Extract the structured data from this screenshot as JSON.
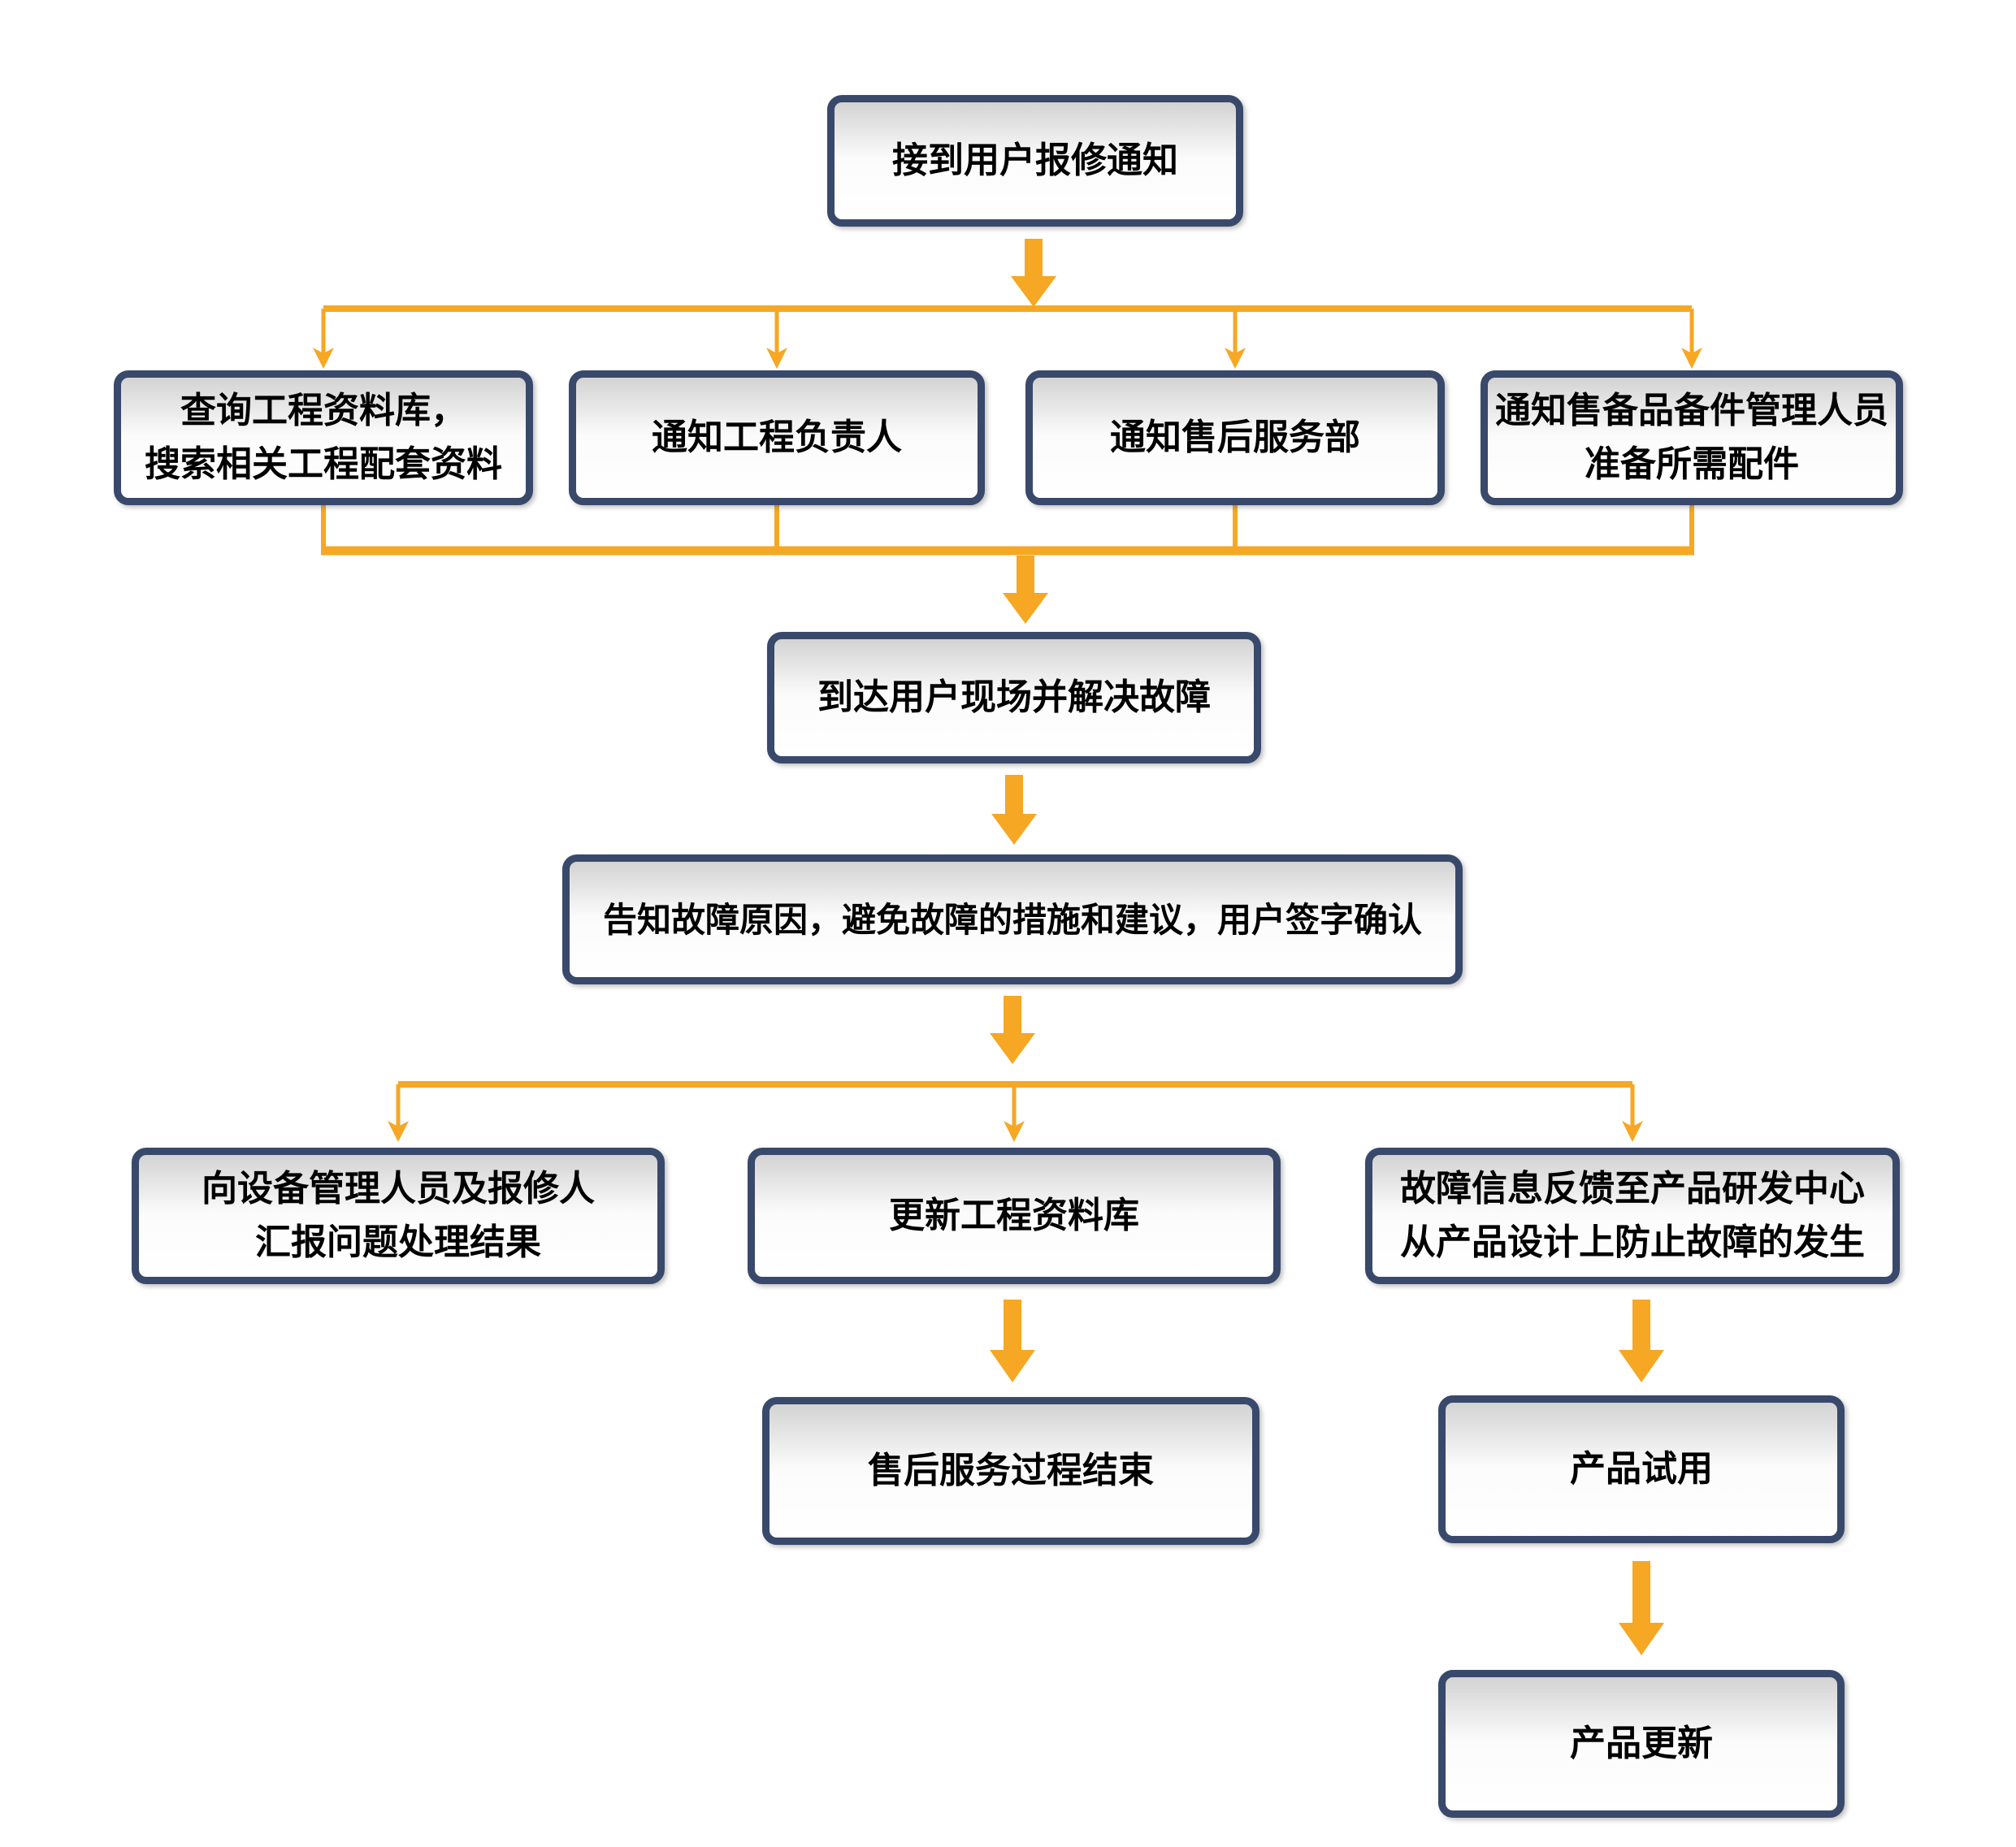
{
  "colors": {
    "box_border": "#39496b",
    "box_fill_top": "#d3d3d3",
    "box_fill": "#ffffff",
    "connector": "#f6a723",
    "text_color": "#000000",
    "canvas_bg": "#ffffff"
  },
  "nodes": {
    "receive": {
      "label": "接到用户报修通知"
    },
    "query_db": {
      "label": "查询工程资料库，\n搜索相关工程配套资料"
    },
    "notify_engineer": {
      "label": "通知工程负责人"
    },
    "notify_aftersales": {
      "label": "通知售后服务部"
    },
    "notify_spares": {
      "label": "通知售备品备件管理人员\n准备所需配件"
    },
    "arrive": {
      "label": "到达用户现场并解决故障"
    },
    "inform": {
      "label": "告知故障原因，避免故障的措施和建议，用户签字确认"
    },
    "report": {
      "label": "向设备管理人员及报修人\n汇报问题处理结果"
    },
    "update_db": {
      "label": "更新工程资料库"
    },
    "feedback": {
      "label": "故障信息反馈至产品研发中心\n从产品设计上防止故障的发生"
    },
    "end": {
      "label": "售后服务过程结束"
    },
    "trial": {
      "label": "产品试用"
    },
    "product_update": {
      "label": "产品更新"
    }
  }
}
